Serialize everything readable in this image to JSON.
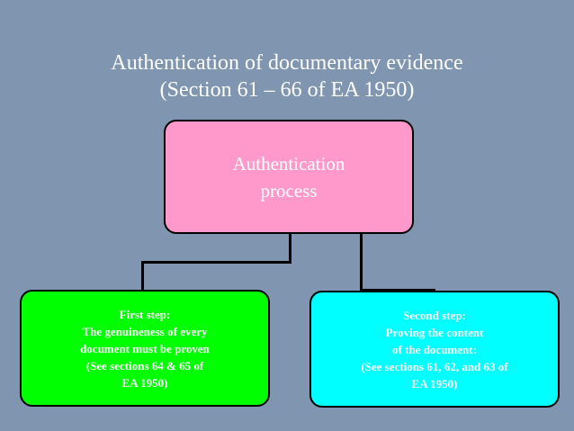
{
  "title": {
    "line1": "Authentication of documentary evidence",
    "line2": "(Section 61 – 66 of EA 1950)"
  },
  "root": {
    "line1": "Authentication",
    "line2": "process"
  },
  "left_step": {
    "lines": [
      "First step:",
      "The genuineness of every",
      "document must be proven",
      "(See sections 64 & 65 of",
      "EA 1950)"
    ]
  },
  "right_step": {
    "lines": [
      "Second step:",
      "Proving the content",
      "of the document:",
      "(See sections 61, 62, and 63 of",
      "EA 1950)"
    ]
  },
  "colors": {
    "background": "#8096b0",
    "root_fill": "#ff99cc",
    "left_fill": "#00ff00",
    "right_fill": "#00ffff",
    "text": "#ffffff"
  }
}
